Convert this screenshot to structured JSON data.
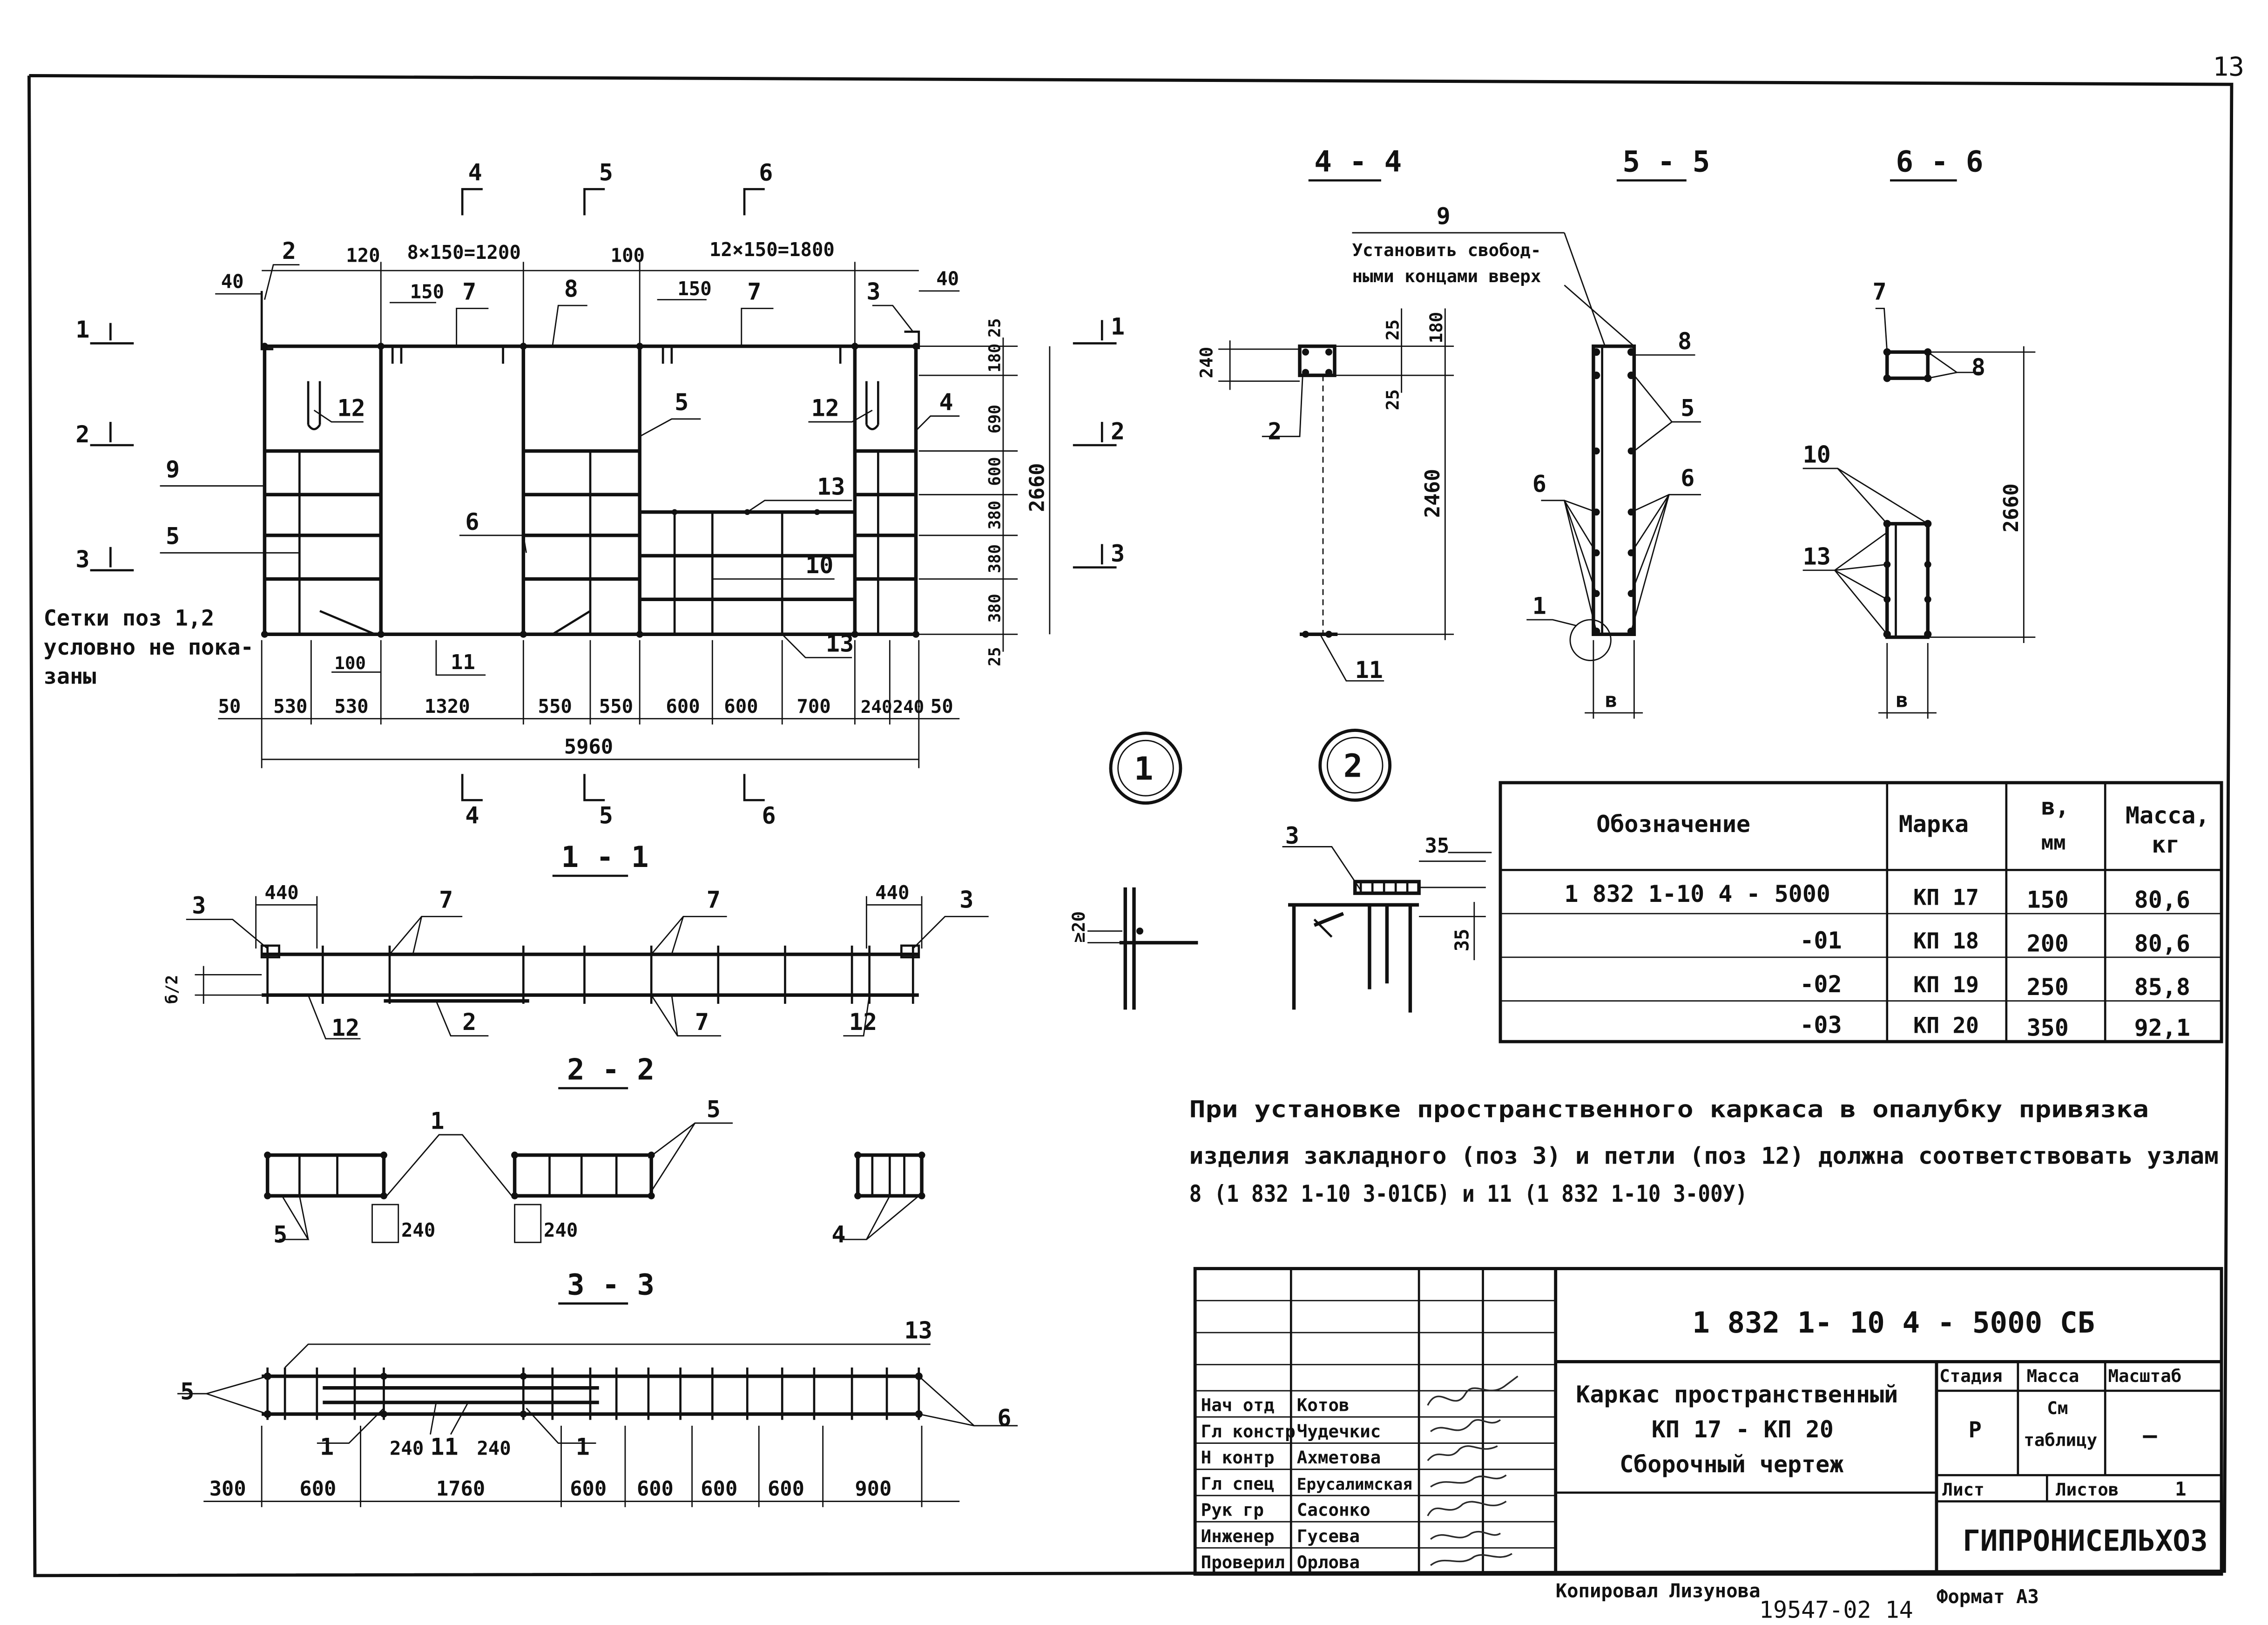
{
  "sheet": {
    "page_number": "13",
    "note_left": [
      "Сетки поз 1,2",
      "условно не пока-",
      "заны"
    ],
    "bottom": {
      "copied_by": "Копировал  Лизунова",
      "doc_number": "19547-02  14",
      "format": "Формат А3"
    }
  },
  "main_view": {
    "section_marks": [
      "1",
      "2",
      "3",
      "4",
      "5",
      "6"
    ],
    "top_dims": [
      "120",
      "8×150=1200",
      "150",
      "100",
      "12×150=1800",
      "150",
      "40",
      "40"
    ],
    "right_dims": [
      "25",
      "180",
      "690",
      "600",
      "380",
      "380",
      "380",
      "25"
    ],
    "overall_height": "2660",
    "bottom_dims": [
      "50",
      "530",
      "530",
      "1320",
      "550",
      "550",
      "600",
      "600",
      "700",
      "240",
      "240",
      "50"
    ],
    "offset_dim": "100",
    "overall_length": "5960",
    "callouts": [
      "2",
      "7",
      "8",
      "7",
      "3",
      "12",
      "12",
      "4",
      "9",
      "5",
      "5",
      "6",
      "13",
      "10",
      "13",
      "11"
    ]
  },
  "section_1_1": {
    "title": "1 - 1",
    "dims": [
      "440",
      "440",
      "б/2"
    ],
    "callouts": [
      "3",
      "7",
      "7",
      "3",
      "12",
      "2",
      "7",
      "12"
    ]
  },
  "section_2_2": {
    "title": "2 - 2",
    "dims": [
      "240",
      "240"
    ],
    "callouts": [
      "1",
      "5",
      "5",
      "4"
    ]
  },
  "section_3_3": {
    "title": "3 - 3",
    "dims": [
      "300",
      "600",
      "1760",
      "600",
      "600",
      "600",
      "600",
      "900",
      "240",
      "240"
    ],
    "callouts": [
      "13",
      "5",
      "6",
      "1",
      "11",
      "1"
    ]
  },
  "section_4_4": {
    "title": "4 - 4",
    "dims": [
      "240",
      "25",
      "180",
      "25",
      "2460"
    ],
    "callouts": [
      "2",
      "11"
    ]
  },
  "section_5_5": {
    "title": "5 - 5",
    "dims": [
      "в"
    ],
    "callouts": [
      "9",
      "8",
      "5",
      "6",
      "6",
      "1"
    ],
    "note": [
      "Установить свобод-",
      "ными концами вверх"
    ]
  },
  "section_6_6": {
    "title": "6 - 6",
    "dims": [
      "2660",
      "в"
    ],
    "callouts": [
      "7",
      "8",
      "10",
      "13"
    ]
  },
  "nodes": {
    "node_1": "1",
    "node_2": "2",
    "node_1_dim": "≥20",
    "node_2_dims": [
      "35",
      "35"
    ],
    "node_2_callout": "3"
  },
  "spec_table": {
    "headers": [
      "Обозначение",
      "Марка",
      "в,",
      "мм",
      "Масса,",
      "кг"
    ],
    "rows": [
      [
        "1 832 1-10 4 - 5000",
        "КП 17",
        "150",
        "80,6"
      ],
      [
        "-01",
        "КП 18",
        "200",
        "80,6"
      ],
      [
        "-02",
        "КП 19",
        "250",
        "85,8"
      ],
      [
        "-03",
        "КП 20",
        "350",
        "92,1"
      ]
    ]
  },
  "installation_note": [
    "При  установке  пространственного  каркаса  в  опалубку  привязка",
    "изделия  закладного  (поз 3)  и  петли (поз 12) должна  соответствовать  узлам",
    "8 (1 832 1-10 3-01СБ)  и  11 (1 832 1-10 3-00У)"
  ],
  "title_block": {
    "doc_code": "1 832 1- 10 4 - 5000  СБ",
    "title_lines": [
      "Каркас  пространственный",
      "КП 17 - КП 20",
      "Сборочный  чертеж"
    ],
    "stage_header": "Стадия",
    "mass_header": "Масса",
    "scale_header": "Масштаб",
    "stage_value": "Р",
    "mass_value_1": "См",
    "mass_value_2": "таблицу",
    "scale_value": "—",
    "sheet_label": "Лист",
    "sheets_label": "Листов",
    "sheets_value": "1",
    "organization": "ГИПРОНИСЕЛЬХОЗ",
    "roles": [
      [
        "Нач отд",
        "Котов"
      ],
      [
        "Гл констр",
        "Чудечкис"
      ],
      [
        "Н контр",
        "Ахметова"
      ],
      [
        "Гл спец",
        "Ерусалимская"
      ],
      [
        "Рук гр",
        "Сасонко"
      ],
      [
        "Инженер",
        "Гусева"
      ],
      [
        "Проверил",
        "Орлова"
      ]
    ]
  }
}
